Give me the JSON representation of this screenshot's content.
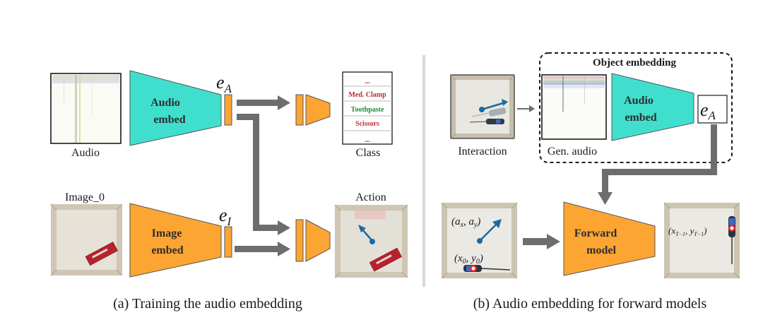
{
  "panel_a": {
    "caption": "(a) Training the audio embedding",
    "audio_label": "Audio",
    "audio_embed_line1": "Audio",
    "audio_embed_line2": "embed",
    "e_a_base": "e",
    "e_a_sub": "A",
    "image0_label": "Image_0",
    "image_embed_line1": "Image",
    "image_embed_line2": "embed",
    "e_i_base": "e",
    "e_i_sub": "I",
    "class_label": "Class",
    "class_items": [
      {
        "text": "...",
        "color": "#c0282d"
      },
      {
        "text": "Med. Clamp",
        "color": "#c0282d"
      },
      {
        "text": "Toothpaste",
        "color": "#1f8a3a"
      },
      {
        "text": "Scissors",
        "color": "#c0282d"
      },
      {
        "text": "...",
        "color": "#c0282d"
      }
    ],
    "action_label": "Action"
  },
  "panel_b": {
    "caption": "(b) Audio embedding for forward models",
    "interaction_label": "Interaction",
    "gen_audio_label": "Gen. audio",
    "object_embedding_title": "Object embedding",
    "audio_embed_line1": "Audio",
    "audio_embed_line2": "embed",
    "e_a_base": "e",
    "e_a_sub": "A",
    "forward_line1": "Forward",
    "forward_line2": "model",
    "action_coord": "(aₓ, aᵧ)",
    "action_coord_base": [
      "(a",
      ", a",
      ")"
    ],
    "action_coord_subs": [
      "x",
      "y"
    ],
    "start_coord_base": [
      "(x",
      ", y",
      ")"
    ],
    "start_coord_subs": [
      "0",
      "0"
    ],
    "end_coord_base": [
      "(x",
      ", y",
      ")"
    ],
    "end_coord_subs": [
      "T−1",
      "T−1"
    ]
  },
  "colors": {
    "teal": "#40dfcd",
    "orange": "#fca533",
    "arrow": "#6d6d6d",
    "divider": "#d9d9d9",
    "arrow_blue": "#1b6aa0"
  }
}
